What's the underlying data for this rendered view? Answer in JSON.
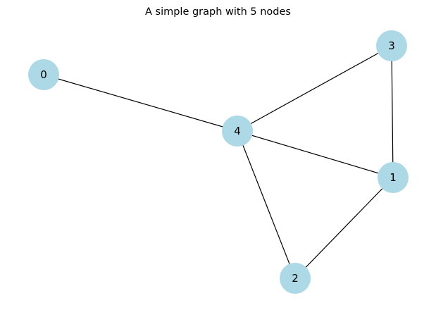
{
  "title": "A simple graph with 5 nodes",
  "colors": {
    "node_fill": "#add8e6",
    "edge": "#000000",
    "label": "#000000",
    "background": "#ffffff"
  },
  "nodes": [
    {
      "id": "0",
      "label": "0"
    },
    {
      "id": "1",
      "label": "1"
    },
    {
      "id": "2",
      "label": "2"
    },
    {
      "id": "3",
      "label": "3"
    },
    {
      "id": "4",
      "label": "4"
    }
  ],
  "edges": [
    {
      "source": "0",
      "target": "4"
    },
    {
      "source": "4",
      "target": "3"
    },
    {
      "source": "4",
      "target": "1"
    },
    {
      "source": "4",
      "target": "2"
    },
    {
      "source": "3",
      "target": "1"
    },
    {
      "source": "1",
      "target": "2"
    }
  ]
}
